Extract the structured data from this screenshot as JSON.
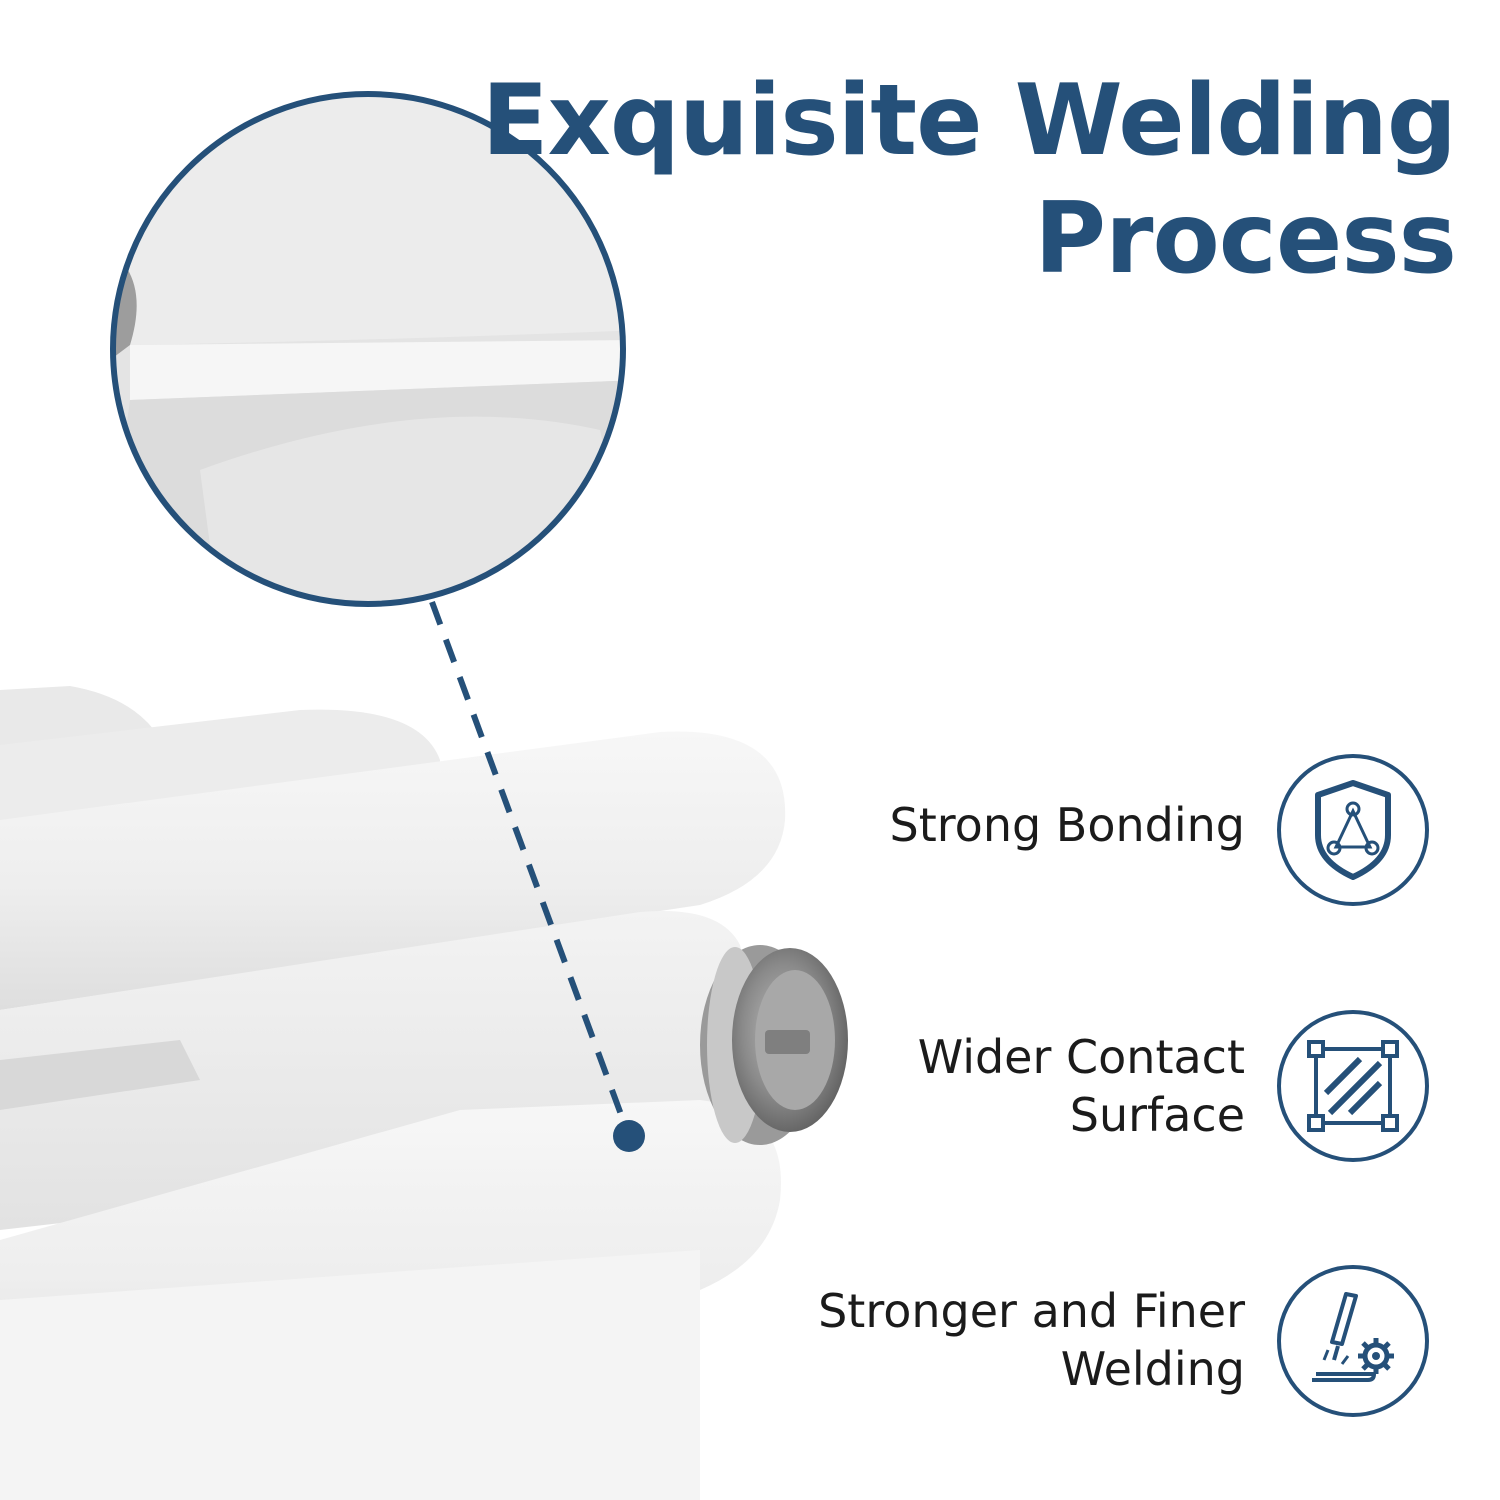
{
  "title": {
    "line1": "Exquisite Welding",
    "line2": "Process"
  },
  "colors": {
    "accent": "#255079",
    "text": "#1b1b1b",
    "background": "#ffffff"
  },
  "features": [
    {
      "lines": [
        "Strong Bonding"
      ],
      "icon": "shield-network-icon"
    },
    {
      "lines": [
        "Wider Contact",
        "Surface"
      ],
      "icon": "hatched-square-icon"
    },
    {
      "lines": [
        "Stronger and Finer",
        "Welding"
      ],
      "icon": "welding-torch-gear-icon"
    }
  ]
}
